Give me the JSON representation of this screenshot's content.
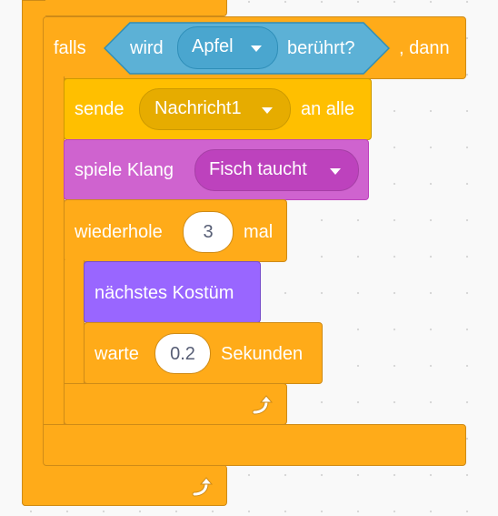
{
  "blocks": {
    "if_block": {
      "keyword": "falls",
      "suffix": ", dann",
      "condition": {
        "prefix": "wird",
        "dropdown": "Apfel",
        "suffix": "berührt?"
      }
    },
    "broadcast": {
      "prefix": "sende",
      "dropdown": "Nachricht1",
      "suffix": "an alle"
    },
    "play_sound": {
      "prefix": "spiele Klang",
      "dropdown": "Fisch taucht"
    },
    "repeat": {
      "prefix": "wiederhole",
      "count": "3",
      "suffix": "mal"
    },
    "next_costume": {
      "label": "nächstes Kostüm"
    },
    "wait": {
      "prefix": "warte",
      "seconds": "0.2",
      "suffix": "Sekunden"
    }
  },
  "colors": {
    "control": "#FFAB19",
    "events": "#FFBF00",
    "sound": "#CF63CF",
    "looks": "#9966FF",
    "sensing": "#5CB1D6"
  },
  "icons": [
    "loop-arrow-icon",
    "dropdown-caret-icon"
  ]
}
